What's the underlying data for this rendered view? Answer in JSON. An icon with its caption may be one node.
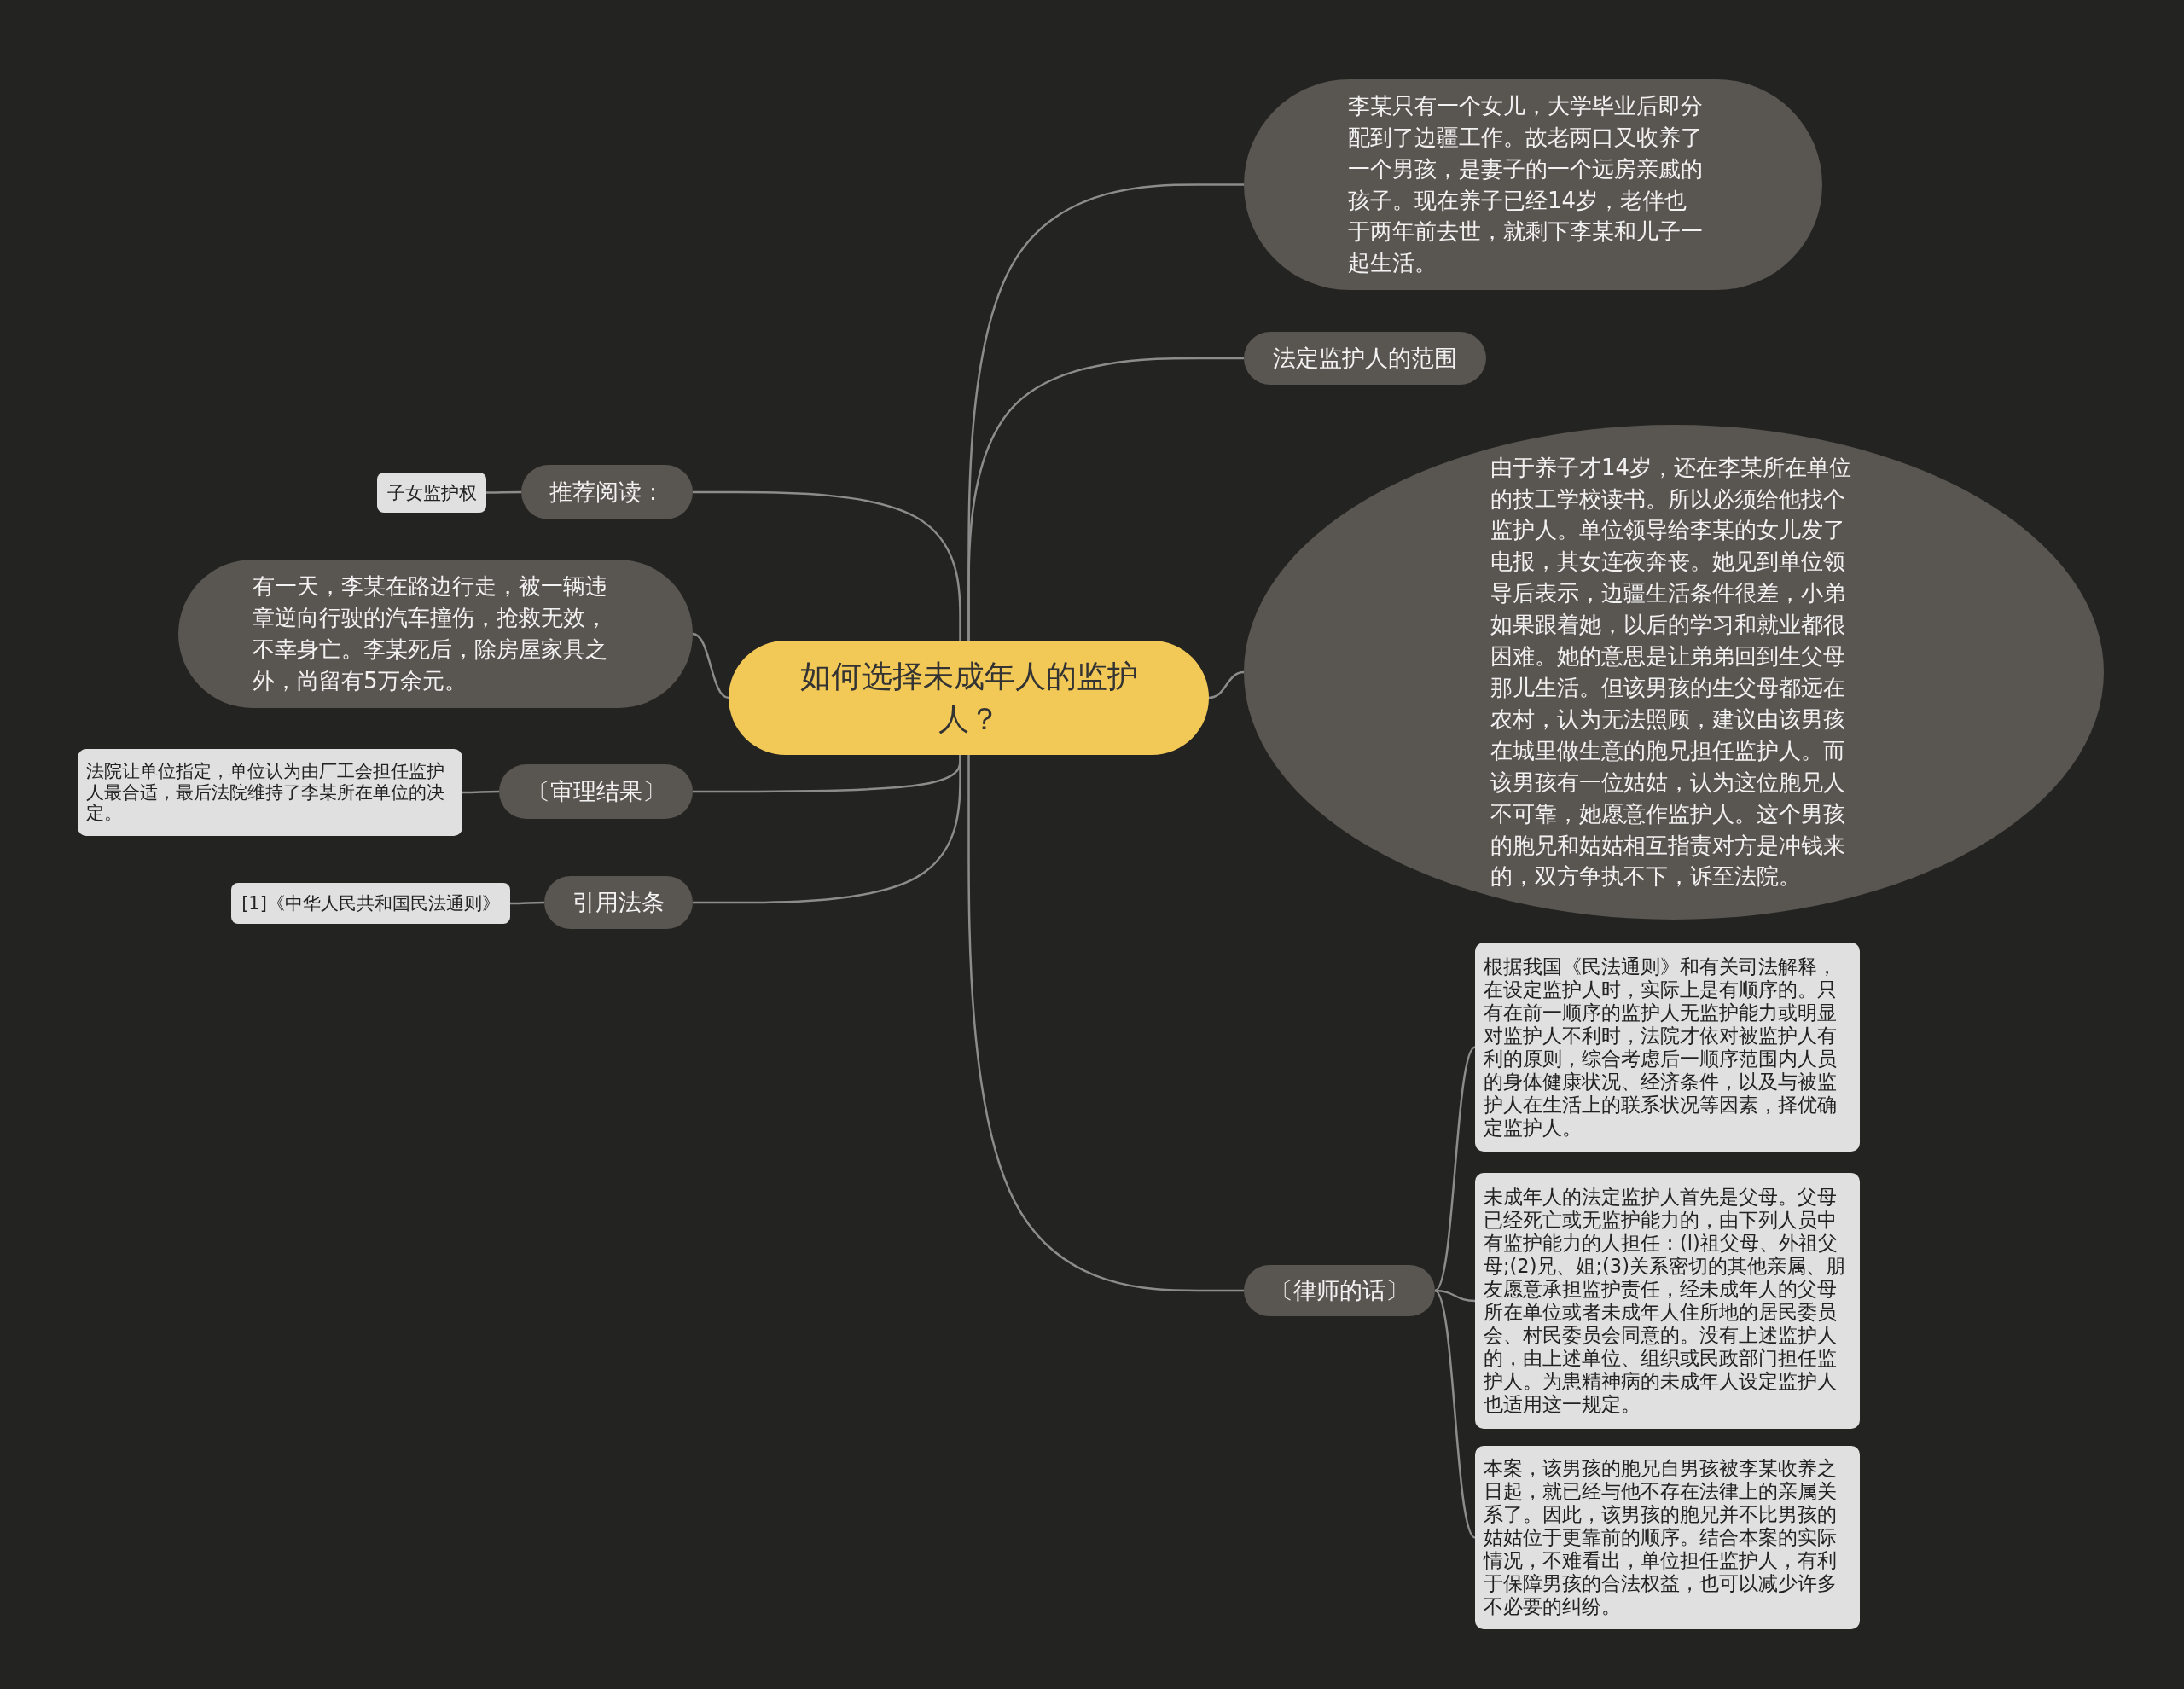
{
  "diagram": {
    "nodes": [
      {
        "text": [
          "如何选择未成年人的监护人？"
        ]
      },
      {
        "text": [
          "李某只有一个女儿，大学毕业后即分配到了边疆工作。故老两口又收养了一个男孩，是妻子的一个远房亲戚的孩子。现在养子已经14岁，老伴也于两年前去世，就剩下李某和儿子一起生活。"
        ]
      },
      {
        "text": [
          "法定监护人的范围"
        ]
      },
      {
        "text": [
          "由于养子才14岁，还在李某所在单位的技工学校读书。所以必须给他找个监护人。单位领导给李某的女儿发了电报，其女连夜奔丧。她见到单位领导后表示，边疆生活条件很差，小弟如果跟着她，以后的学习和就业都很困难。她的意思是让弟弟回到生父母那儿生活。但该男孩的生父母都远在农村，认为无法照顾，建议由该男孩在城里做生意的胞兄担任监护人。而该男孩有一位姑姑，认为这位胞兄人不可靠，她愿意作监护人。这个男孩的胞兄和姑姑相互指责对方是冲钱来的，双方争执不下，诉至法院。"
        ]
      },
      {
        "text": [
          "〔律师的话〕"
        ]
      },
      {
        "text": [
          "根据我国《民法通则》和有关司法解释，在设定监护人时，实际上是有顺序的。只有在前一顺序的监护人无监护能力或明显对监护人不利时，法院才依对被监护人有利的原则，综合考虑后一顺序范围内人员的身体健康状况、经济条件，以及与被监护人在生活上的联系状况等因素，择优确定监护人。"
        ]
      },
      {
        "text": [
          "未成年人的法定监护人首先是父母。父母已经死亡或无监护能力的，由下列人员中有监护能力的人担任：(l)祖父母、外祖父母;(2)兄、姐;(3)关系密切的其他亲属、朋友愿意承担监护责任，经未成年人的父母所在单位或者未成年人住所地的居民委员会、村民委员会同意的。没有上述监护人的，由上述单位、组织或民政部门担任监护人。为患精神病的未成年人设定监护人也适用这一规定。"
        ]
      },
      {
        "text": [
          "本案，该男孩的胞兄自男孩被李某收养之日起，就已经与他不存在法律上的亲属关系了。因此，该男孩的胞兄并不比男孩的姑姑位于更靠前的顺序。结合本案的实际情况，不难看出，单位担任监护人，有利于保障男孩的合法权益，也可以减少许多不必要的纠纷。"
        ]
      },
      {
        "text": [
          "推荐阅读："
        ]
      },
      {
        "text": [
          "子女监护权"
        ]
      },
      {
        "text": [
          "有一天，李某在路边行走，被一辆违章逆向行驶的汽车撞伤，抢救无效，不幸身亡。李某死后，除房屋家具之外，尚留有5万余元。"
        ]
      },
      {
        "text": [
          "〔审理结果〕"
        ]
      },
      {
        "text": [
          "法院让单位指定，单位认为由厂工会担任监护人最合适，最后法院维持了李某所在单位的决定。"
        ]
      },
      {
        "text": [
          "引用法条"
        ]
      },
      {
        "text": [
          "[1]《中华人民共和国民法通则》"
        ]
      }
    ],
    "edges": [
      {
        "from": 0,
        "to": 1,
        "arrow": "none"
      },
      {
        "from": 0,
        "to": 2,
        "arrow": "none"
      },
      {
        "from": 0,
        "to": 3,
        "arrow": "none"
      },
      {
        "from": 0,
        "to": 4,
        "arrow": "none"
      },
      {
        "from": 4,
        "to": 5,
        "arrow": "none"
      },
      {
        "from": 4,
        "to": 6,
        "arrow": "none"
      },
      {
        "from": 4,
        "to": 7,
        "arrow": "none"
      },
      {
        "from": 0,
        "to": 8,
        "arrow": "none"
      },
      {
        "from": 8,
        "to": 9,
        "arrow": "none"
      },
      {
        "from": 0,
        "to": 10,
        "arrow": "none"
      },
      {
        "from": 0,
        "to": 11,
        "arrow": "none"
      },
      {
        "from": 11,
        "to": 12,
        "arrow": "none"
      },
      {
        "from": 0,
        "to": 13,
        "arrow": "none"
      },
      {
        "from": 13,
        "to": 14,
        "arrow": "none"
      }
    ]
  }
}
